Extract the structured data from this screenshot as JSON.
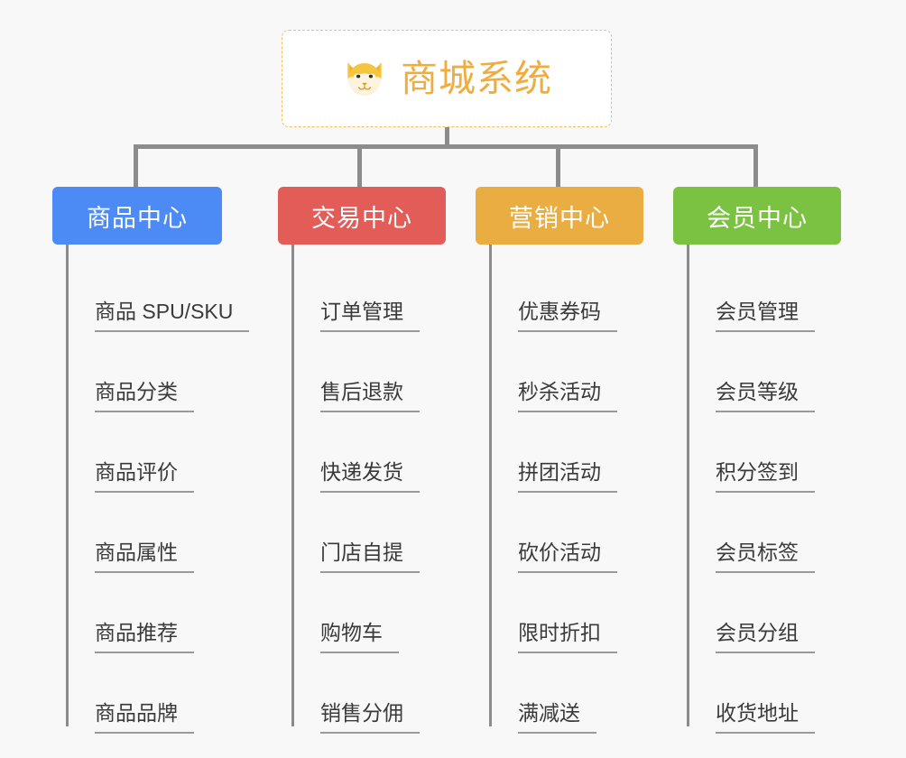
{
  "background_color": "#f8f8f8",
  "root": {
    "title": "商城系统",
    "icon": "shiba-dog-face-icon",
    "text_color": "#f0ad3e",
    "border_color": "#f0c060",
    "background": "#ffffff"
  },
  "connector_color": "#8c8c8c",
  "columns": [
    {
      "header": "商品中心",
      "color": "#4c8bf5",
      "items": [
        "商品 SPU/SKU",
        "商品分类",
        "商品评价",
        "商品属性",
        "商品推荐",
        "商品品牌"
      ]
    },
    {
      "header": "交易中心",
      "color": "#e25c58",
      "items": [
        "订单管理",
        "售后退款",
        "快递发货",
        "门店自提",
        "购物车",
        "销售分佣"
      ]
    },
    {
      "header": "营销中心",
      "color": "#eaad41",
      "items": [
        "优惠券码",
        "秒杀活动",
        "拼团活动",
        "砍价活动",
        "限时折扣",
        "满减送"
      ]
    },
    {
      "header": "会员中心",
      "color": "#7cc242",
      "items": [
        "会员管理",
        "会员等级",
        "积分签到",
        "会员标签",
        "会员分组",
        "收货地址"
      ]
    }
  ]
}
